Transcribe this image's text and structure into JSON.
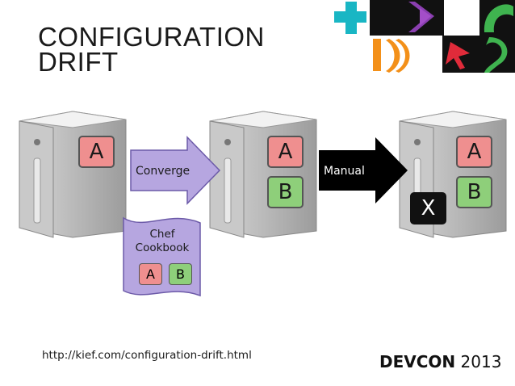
{
  "title": {
    "line1": "CONFIGURATION",
    "line2": "DRIFT"
  },
  "servers": [
    {
      "name": "server-left",
      "boxes": [
        "A"
      ]
    },
    {
      "name": "server-middle",
      "boxes": [
        "A",
        "B"
      ]
    },
    {
      "name": "server-right",
      "boxes": [
        "A",
        "B",
        "X"
      ]
    }
  ],
  "arrows": {
    "converge": "Converge",
    "manual": "Manual"
  },
  "cookbook": {
    "line1": "Chef",
    "line2": "Cookbook",
    "box_a": "A",
    "box_b": "B"
  },
  "footer": {
    "url": "http://kief.com/configuration-drift.html",
    "brand_bold": "DEVCON",
    "brand_year": "2013"
  },
  "colors": {
    "box_a": "#ef8f8f",
    "box_b": "#8ecf7a",
    "converge_arrow": "#b6a6e0",
    "manual_arrow": "#000000",
    "cookbook": "#b6a6e0"
  }
}
